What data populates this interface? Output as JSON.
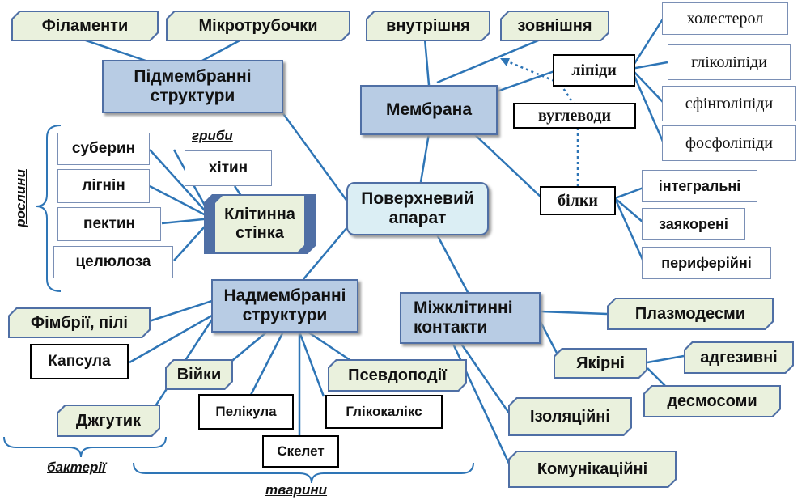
{
  "nodes": {
    "center": "Поверхневий апарат",
    "membrane": "Мембрана",
    "submembrane": "Підмембранні структури",
    "supramembrane": "Надмембранні структури",
    "cell_wall": "Клітинна стінка",
    "intercellular": "Міжклітинні контакти",
    "filaments": "Філаменти",
    "microtubules": "Мікротрубочки",
    "inner": "внутрішня",
    "outer": "зовнішня",
    "lipids": "ліпіди",
    "carbohydrates": "вуглеводи",
    "proteins": "білки",
    "cholesterol": "холестерол",
    "glycolipids": "гліколіпіди",
    "sphingolipids": "сфінголіпіди",
    "phospholipids": "фосфоліпіди",
    "integral": "інтегральні",
    "anchored": "заякорені",
    "peripheral": "периферійні",
    "suberin": "суберин",
    "lignin": "лігнін",
    "pectin": "пектин",
    "cellulose": "целюлоза",
    "chitin": "хітин",
    "fimbriae": "Фімбрії, пілі",
    "capsule": "Капсула",
    "flagellum": "Джгутик",
    "villi": "Війки",
    "pellicle": "Пелікула",
    "skeleton": "Скелет",
    "glycocalyx": "Глікокалікс",
    "pseudopodia": "Псевдоподії",
    "plasmodesmata": "Плазмодесми",
    "anchoring": "Якірні",
    "adhesive": "адгезивні",
    "desmosomes": "десмосоми",
    "isolating": "Ізоляційні",
    "communicating": "Комунікаційні"
  },
  "labels": {
    "plants": "рослини",
    "fungi": "гриби",
    "bacteria": "бактерії",
    "animals": "тварини"
  },
  "colors": {
    "line": "#2e75b6",
    "blue_fill": "#b8cce4",
    "green_fill": "#eaf1dd",
    "center_fill": "#dbeef4"
  }
}
